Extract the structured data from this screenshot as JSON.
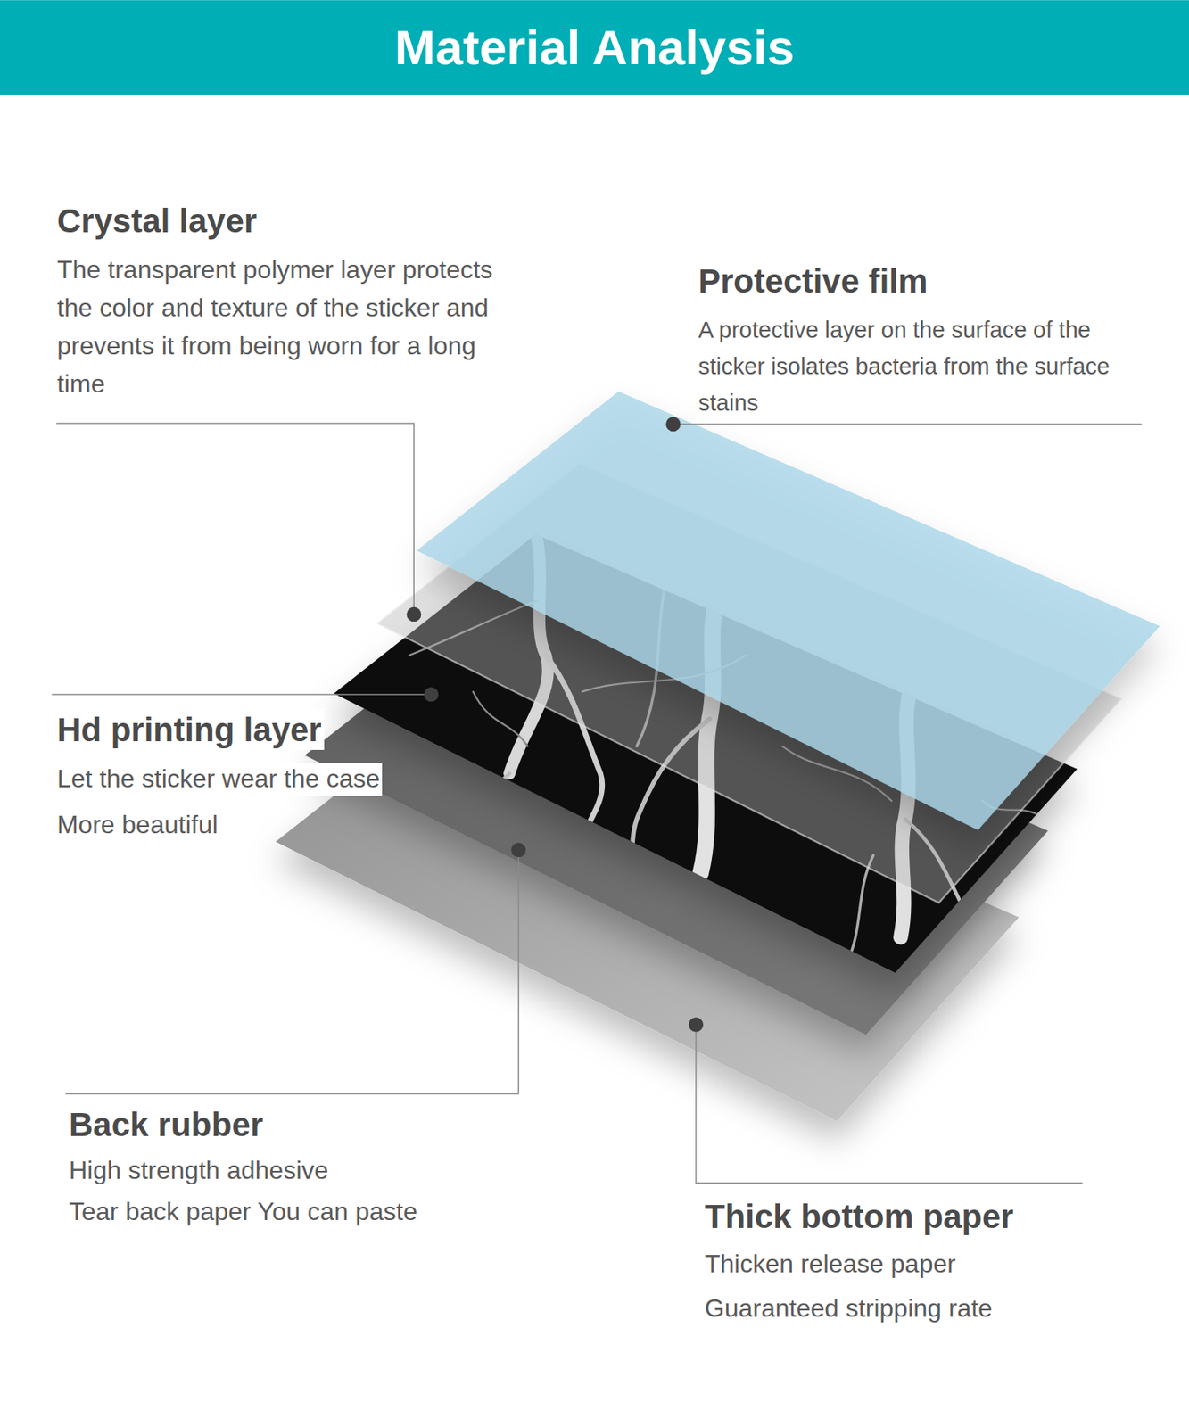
{
  "diagram": {
    "title": "Material Analysis",
    "labels": [
      "Crystal layer",
      "The transparent polymer layer protects the color and texture of the sticker and prevents it from being worn for a long time",
      "Protective film",
      "A protective layer on the surface of the sticker isolates bacteria from the surface stains",
      "Hd printing layer",
      "Let the sticker wear the case",
      "More beautiful",
      "Back rubber",
      "High strength adhesive",
      "Tear back paper You can paste",
      "Thick bottom paper",
      "Thicken release paper",
      "Guaranteed stripping rate"
    ]
  }
}
